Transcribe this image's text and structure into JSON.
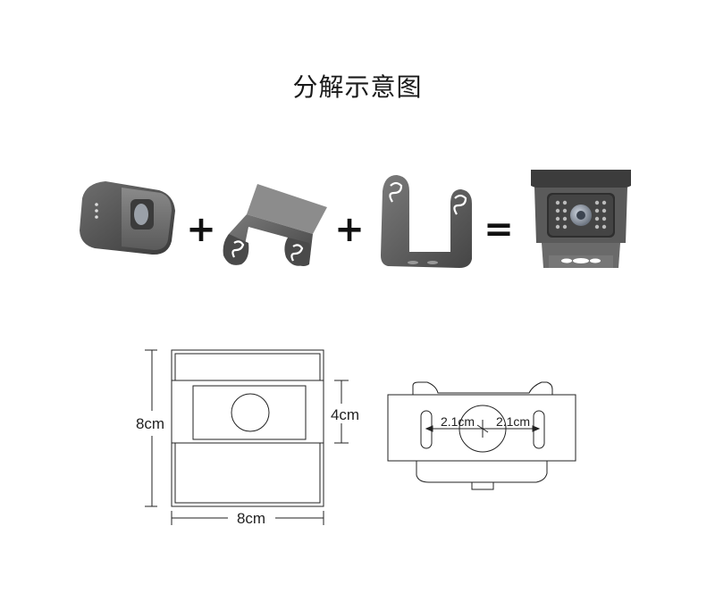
{
  "title": "分解示意图",
  "equation": {
    "plus1": "+",
    "plus2": "+",
    "equals": "="
  },
  "dimensions": {
    "height": "8cm",
    "width": "8cm",
    "inner_height": "4cm",
    "hole_left": "2.1cm",
    "hole_right": "2.1cm"
  }
}
